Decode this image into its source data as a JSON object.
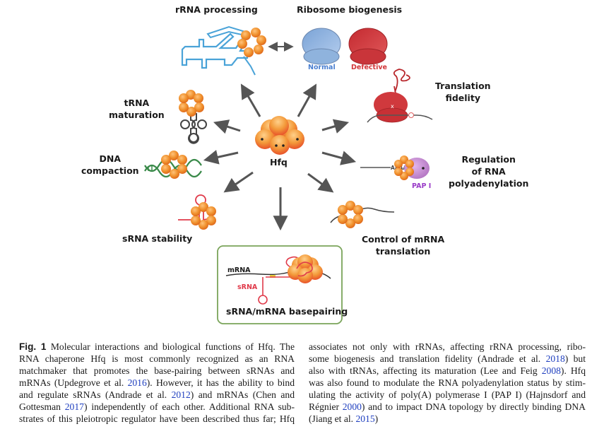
{
  "figure": {
    "center_label": "Hfq",
    "functions": [
      {
        "id": "rrna-processing",
        "label": "rRNA processing"
      },
      {
        "id": "ribosome-biogenesis",
        "label": "Ribosome biogenesis",
        "sublabels": {
          "normal": "Normal",
          "defective": "Defective"
        }
      },
      {
        "id": "translation-fidelity",
        "label_lines": [
          "Translation",
          "fidelity"
        ]
      },
      {
        "id": "trna-maturation",
        "label_lines": [
          "tRNA",
          "maturation"
        ]
      },
      {
        "id": "dna-compaction",
        "label_lines": [
          "DNA",
          "compaction"
        ]
      },
      {
        "id": "polyadenylation",
        "label_lines": [
          "Regulation",
          "of RNA",
          "polyadenylation"
        ],
        "enzyme_label": "PAP I",
        "polya_label": "AAAAA"
      },
      {
        "id": "srna-stability",
        "label": "sRNA stability"
      },
      {
        "id": "mrna-translation",
        "label_lines": [
          "Control of mRNA",
          "translation"
        ]
      },
      {
        "id": "basepairing",
        "label": "sRNA/mRNA basepairing",
        "mrna_label": "mRNA",
        "srna_label": "sRNA"
      }
    ],
    "colors": {
      "hfq_orange": "#f0922e",
      "rrna_blue": "#4aa3d8",
      "ribosome_normal": "#8fb3dd",
      "ribosome_defective": "#d2373a",
      "normal_text": "#4a7fd0",
      "defective_text": "#d2373a",
      "dna_green": "#3a8a4a",
      "srna_red": "#e03a4a",
      "pap_purple": "#c690d0",
      "pap_text": "#9a3cc8",
      "box_border": "#7aa45a",
      "arrow_gray": "#555555"
    }
  },
  "caption": {
    "fig_number": "Fig. 1",
    "left_lines": [
      [
        {
          "t": " Molecular interactions and biological functions of Hfq. The"
        }
      ],
      [
        {
          "t": "RNA chaperone Hfq is most commonly recognized as an RNA"
        }
      ],
      [
        {
          "t": "matchmaker that promotes the base-pairing between sRNAs and"
        }
      ],
      [
        {
          "t": "mRNAs (Updegrove et al. "
        },
        {
          "t": "2016",
          "cite": true
        },
        {
          "t": "). However, it has the ability to bind"
        }
      ],
      [
        {
          "t": "and regulate sRNAs (Andrade et al. "
        },
        {
          "t": "2012",
          "cite": true
        },
        {
          "t": ") and mRNAs (Chen and"
        }
      ],
      [
        {
          "t": "Gottesman "
        },
        {
          "t": "2017",
          "cite": true
        },
        {
          "t": ") independently of each other. Additional RNA sub-"
        }
      ],
      [
        {
          "t": "strates of this pleiotropic regulator have been described thus far; Hfq"
        }
      ]
    ],
    "right_lines": [
      [
        {
          "t": "associates not only with rRNAs, affecting rRNA processing, ribo-"
        }
      ],
      [
        {
          "t": "some biogenesis and translation fidelity (Andrade et al. "
        },
        {
          "t": "2018",
          "cite": true
        },
        {
          "t": ") but"
        }
      ],
      [
        {
          "t": "also with tRNAs, affecting its maturation (Lee and Feig "
        },
        {
          "t": "2008",
          "cite": true
        },
        {
          "t": "). Hfq"
        }
      ],
      [
        {
          "t": "was also found to modulate the RNA polyadenylation status by stim-"
        }
      ],
      [
        {
          "t": "ulating the activity of poly(A) polymerase I (PAP I) (Hajnsdorf and"
        }
      ],
      [
        {
          "t": "Régnier "
        },
        {
          "t": "2000",
          "cite": true
        },
        {
          "t": ") and to impact DNA topology by directly binding DNA"
        }
      ],
      [
        {
          "t": "(Jiang et al. "
        },
        {
          "t": "2015",
          "cite": true
        },
        {
          "t": ")"
        }
      ]
    ]
  }
}
